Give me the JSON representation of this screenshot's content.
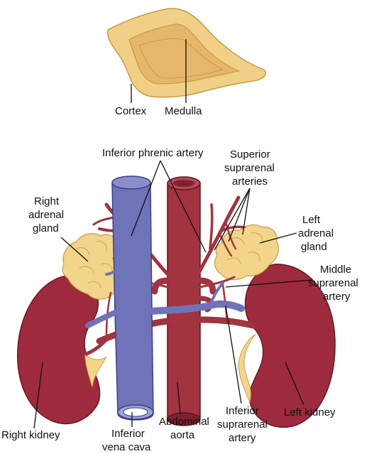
{
  "colors": {
    "kidney": "#9e2b3d",
    "kidney_shade": "#7a1e2e",
    "adrenal": "#f2d58a",
    "adrenal_outline": "#c9a24e",
    "artery": "#a1343f",
    "artery_dark": "#7c2230",
    "vein": "#6f73b8",
    "vein_dark": "#4a4f96",
    "cortex": "#f0cf86",
    "medulla": "#e6b76a"
  },
  "labels": {
    "cortex": "Cortex",
    "medulla": "Medulla",
    "inferior_phrenic_artery": "Inferior phrenic artery",
    "superior_suprarenal_1": "Superior",
    "superior_suprarenal_2": "suprarenal",
    "superior_suprarenal_3": "arteries",
    "right_adrenal_1": "Right",
    "right_adrenal_2": "adrenal",
    "right_adrenal_3": "gland",
    "left_adrenal_1": "Left",
    "left_adrenal_2": "adrenal",
    "left_adrenal_3": "gland",
    "middle_suprarenal_1": "Middle",
    "middle_suprarenal_2": "suprarenal",
    "middle_suprarenal_3": "artery",
    "right_kidney": "Right kidney",
    "ivc_1": "Inferior",
    "ivc_2": "vena cava",
    "aorta_1": "Abdominal",
    "aorta_2": "aorta",
    "inferior_suprarenal_1": "Inferior",
    "inferior_suprarenal_2": "suprarenal",
    "inferior_suprarenal_3": "artery",
    "left_kidney": "Left kidney"
  }
}
